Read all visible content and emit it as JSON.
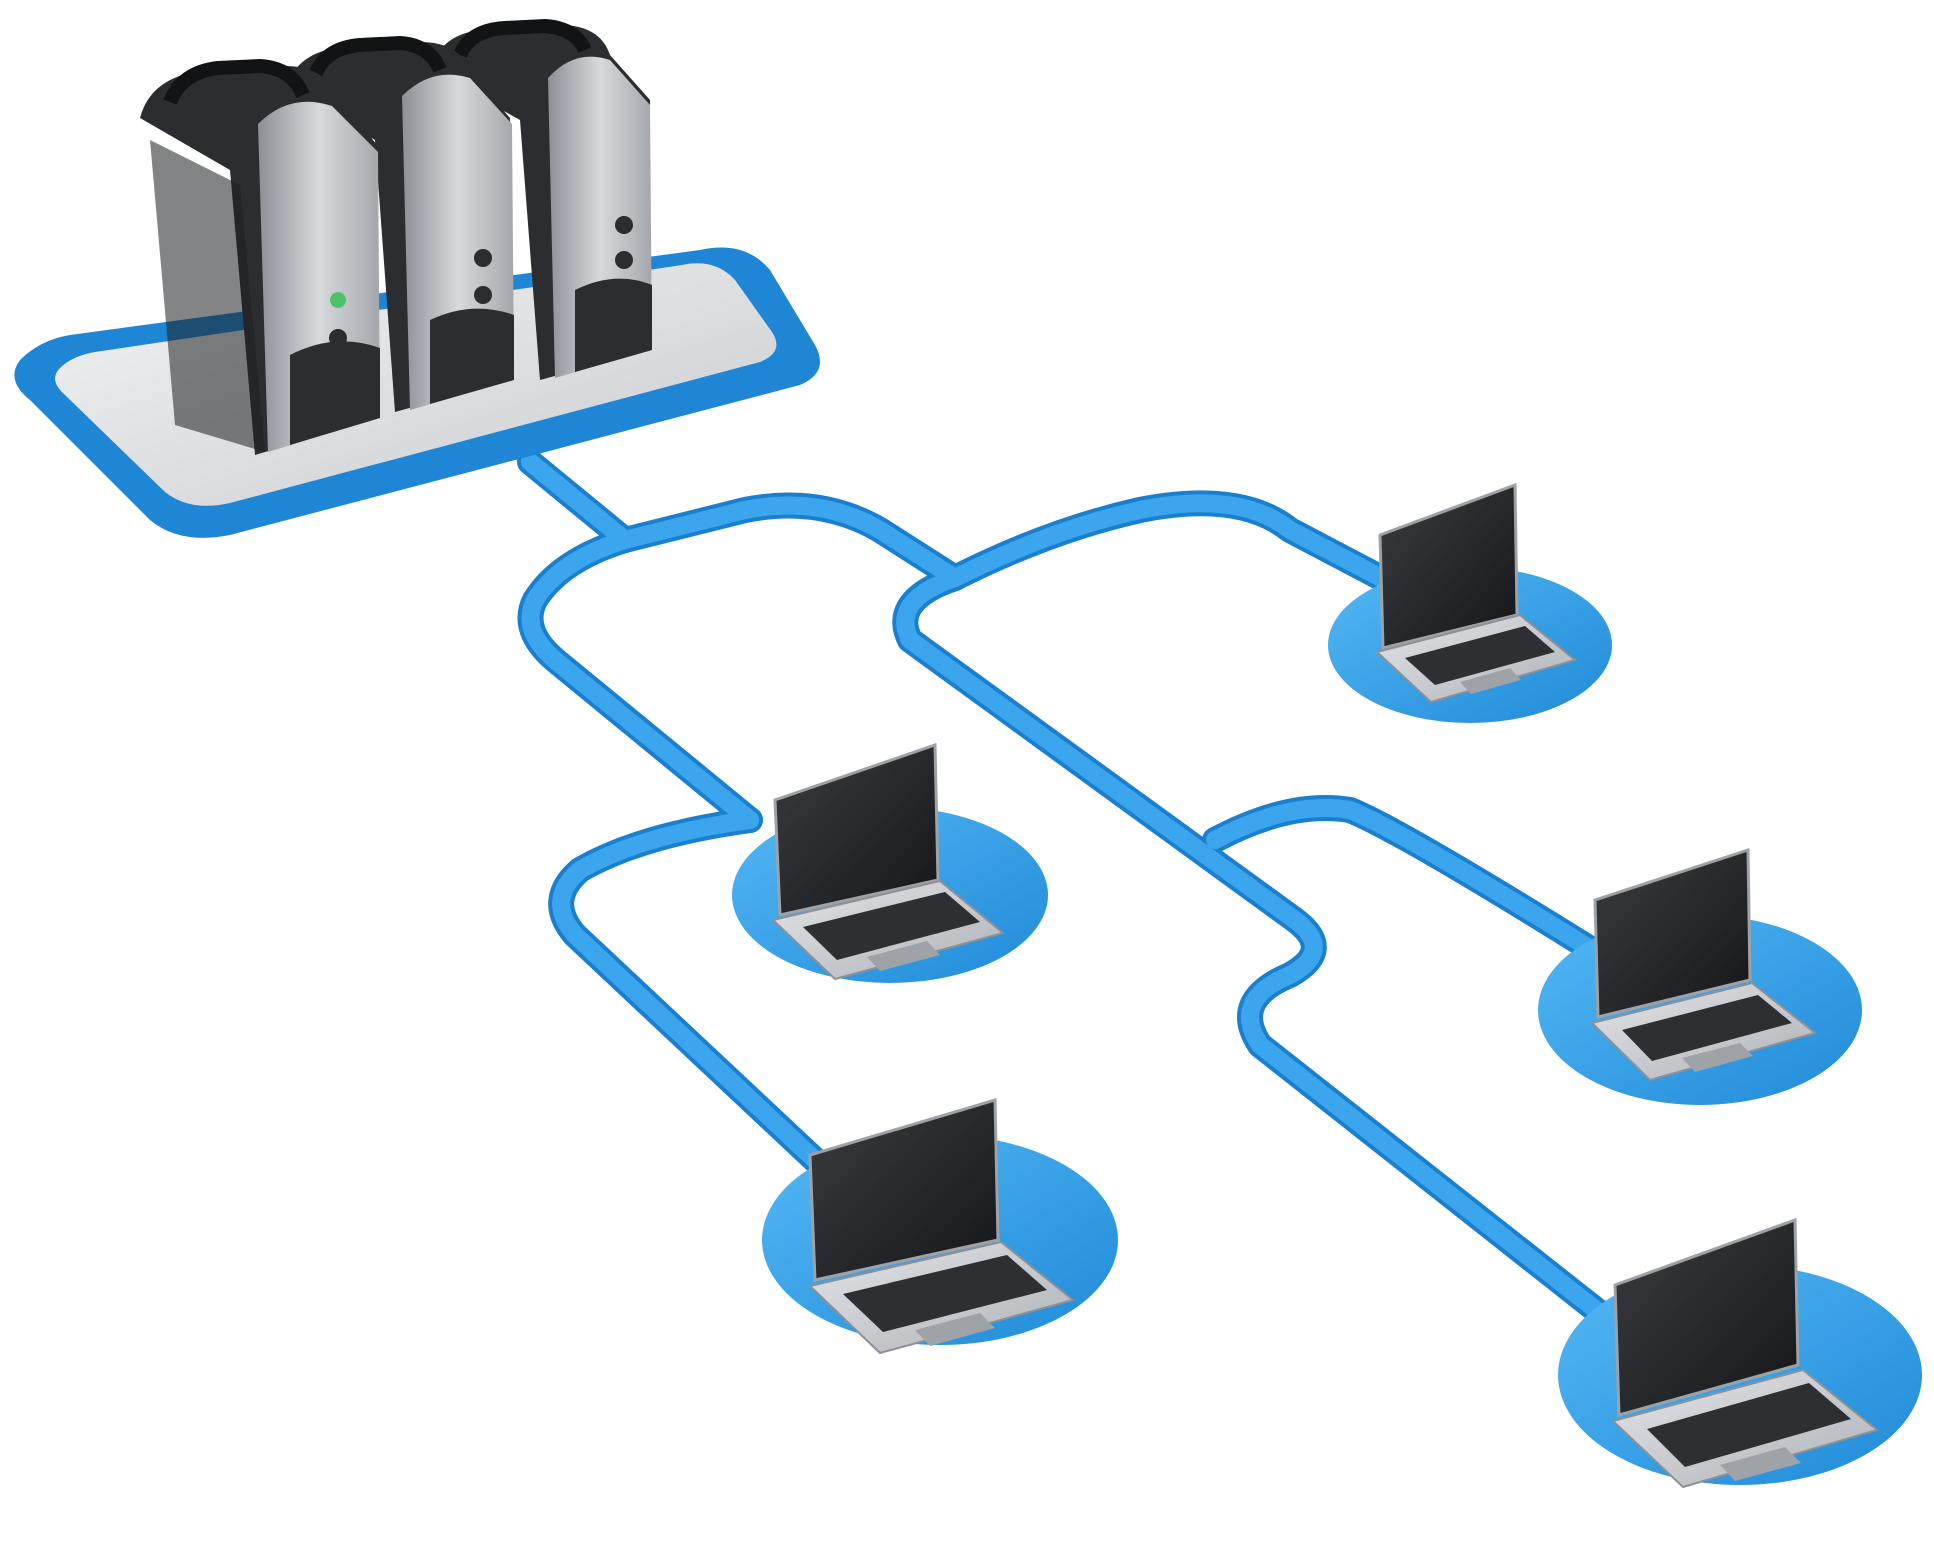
{
  "diagram": {
    "kind": "network-topology",
    "colors": {
      "link": "#2f9fe8",
      "link_edge": "#1a7fcf",
      "pad": "#3aa7ee",
      "pad_dark": "#1f86d6",
      "server_body": "#2b2d30",
      "server_face": "#b9bcc1",
      "laptop_screen": "#232427",
      "laptop_base": "#c9ccd1",
      "tray": "#d6d8db"
    },
    "nodes": [
      {
        "id": "server-rack",
        "type": "server-cluster",
        "units": 3
      },
      {
        "id": "laptop-1",
        "type": "laptop"
      },
      {
        "id": "laptop-2",
        "type": "laptop"
      },
      {
        "id": "laptop-3",
        "type": "laptop"
      },
      {
        "id": "laptop-4",
        "type": "laptop"
      },
      {
        "id": "laptop-5",
        "type": "laptop"
      }
    ],
    "links": [
      {
        "from": "server-rack",
        "to": "laptop-1"
      },
      {
        "from": "server-rack",
        "to": "laptop-2"
      },
      {
        "from": "server-rack",
        "to": "laptop-3"
      },
      {
        "from": "server-rack",
        "to": "laptop-4"
      },
      {
        "from": "server-rack",
        "to": "laptop-5"
      }
    ]
  }
}
